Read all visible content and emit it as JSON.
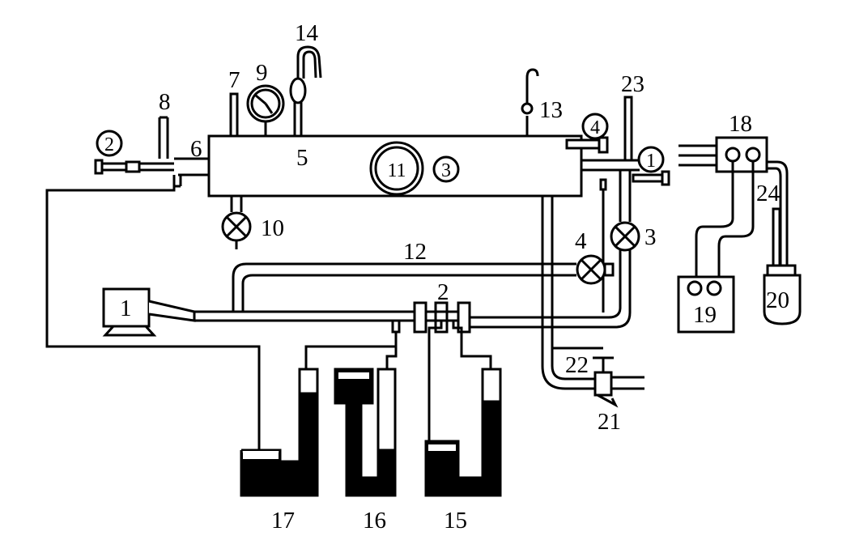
{
  "labels": {
    "n1": "1",
    "n2": "2",
    "n3": "3",
    "n4": "4",
    "n5": "5",
    "n6": "6",
    "n7": "7",
    "n8": "8",
    "n9": "9",
    "n10": "10",
    "n11": "11",
    "n12": "12",
    "n13": "13",
    "n14": "14",
    "n15": "15",
    "n16": "16",
    "n17": "17",
    "n18": "18",
    "n19": "19",
    "n20": "20",
    "n21": "21",
    "n22": "22",
    "n23": "23",
    "n24": "24"
  },
  "circled": {
    "c1": "1",
    "c2": "2",
    "c3": "3",
    "c4": "4"
  }
}
